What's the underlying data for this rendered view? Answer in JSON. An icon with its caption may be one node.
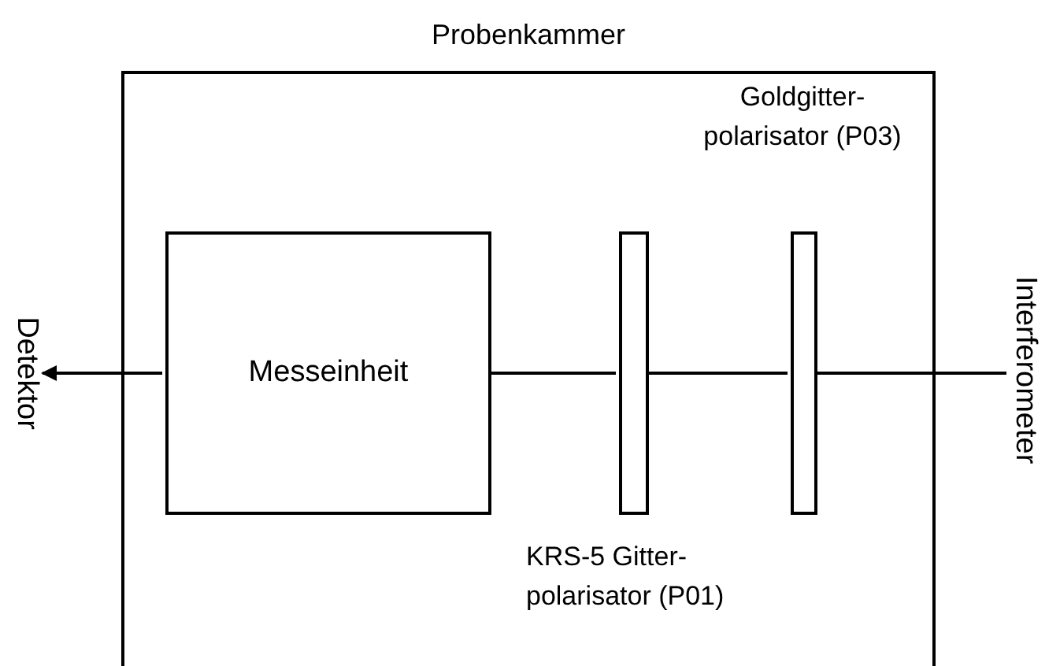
{
  "diagram": {
    "nodes": [
      {
        "text": [
          "Probenkammer"
        ]
      },
      {
        "text": [
          "Messeinheit"
        ],
        "in": 0
      },
      {
        "text": [],
        "shape": "bar",
        "in": 0,
        "beside": [
          "KRS-5 Gitter-polarisator (P01)"
        ]
      },
      {
        "text": [],
        "shape": "bar",
        "in": 0,
        "beside": [
          "Goldgitter-polarisator (P03)"
        ]
      },
      {
        "text": [
          "Interferometer"
        ]
      },
      {
        "text": [
          "Detektor"
        ]
      }
    ],
    "edges": [
      {
        "from": 4,
        "to": 3,
        "arrow": "none"
      },
      {
        "from": 3,
        "to": 2,
        "arrow": "none"
      },
      {
        "from": 2,
        "to": 1,
        "arrow": "none"
      },
      {
        "from": 1,
        "to": 5,
        "arrow": "to"
      }
    ]
  }
}
